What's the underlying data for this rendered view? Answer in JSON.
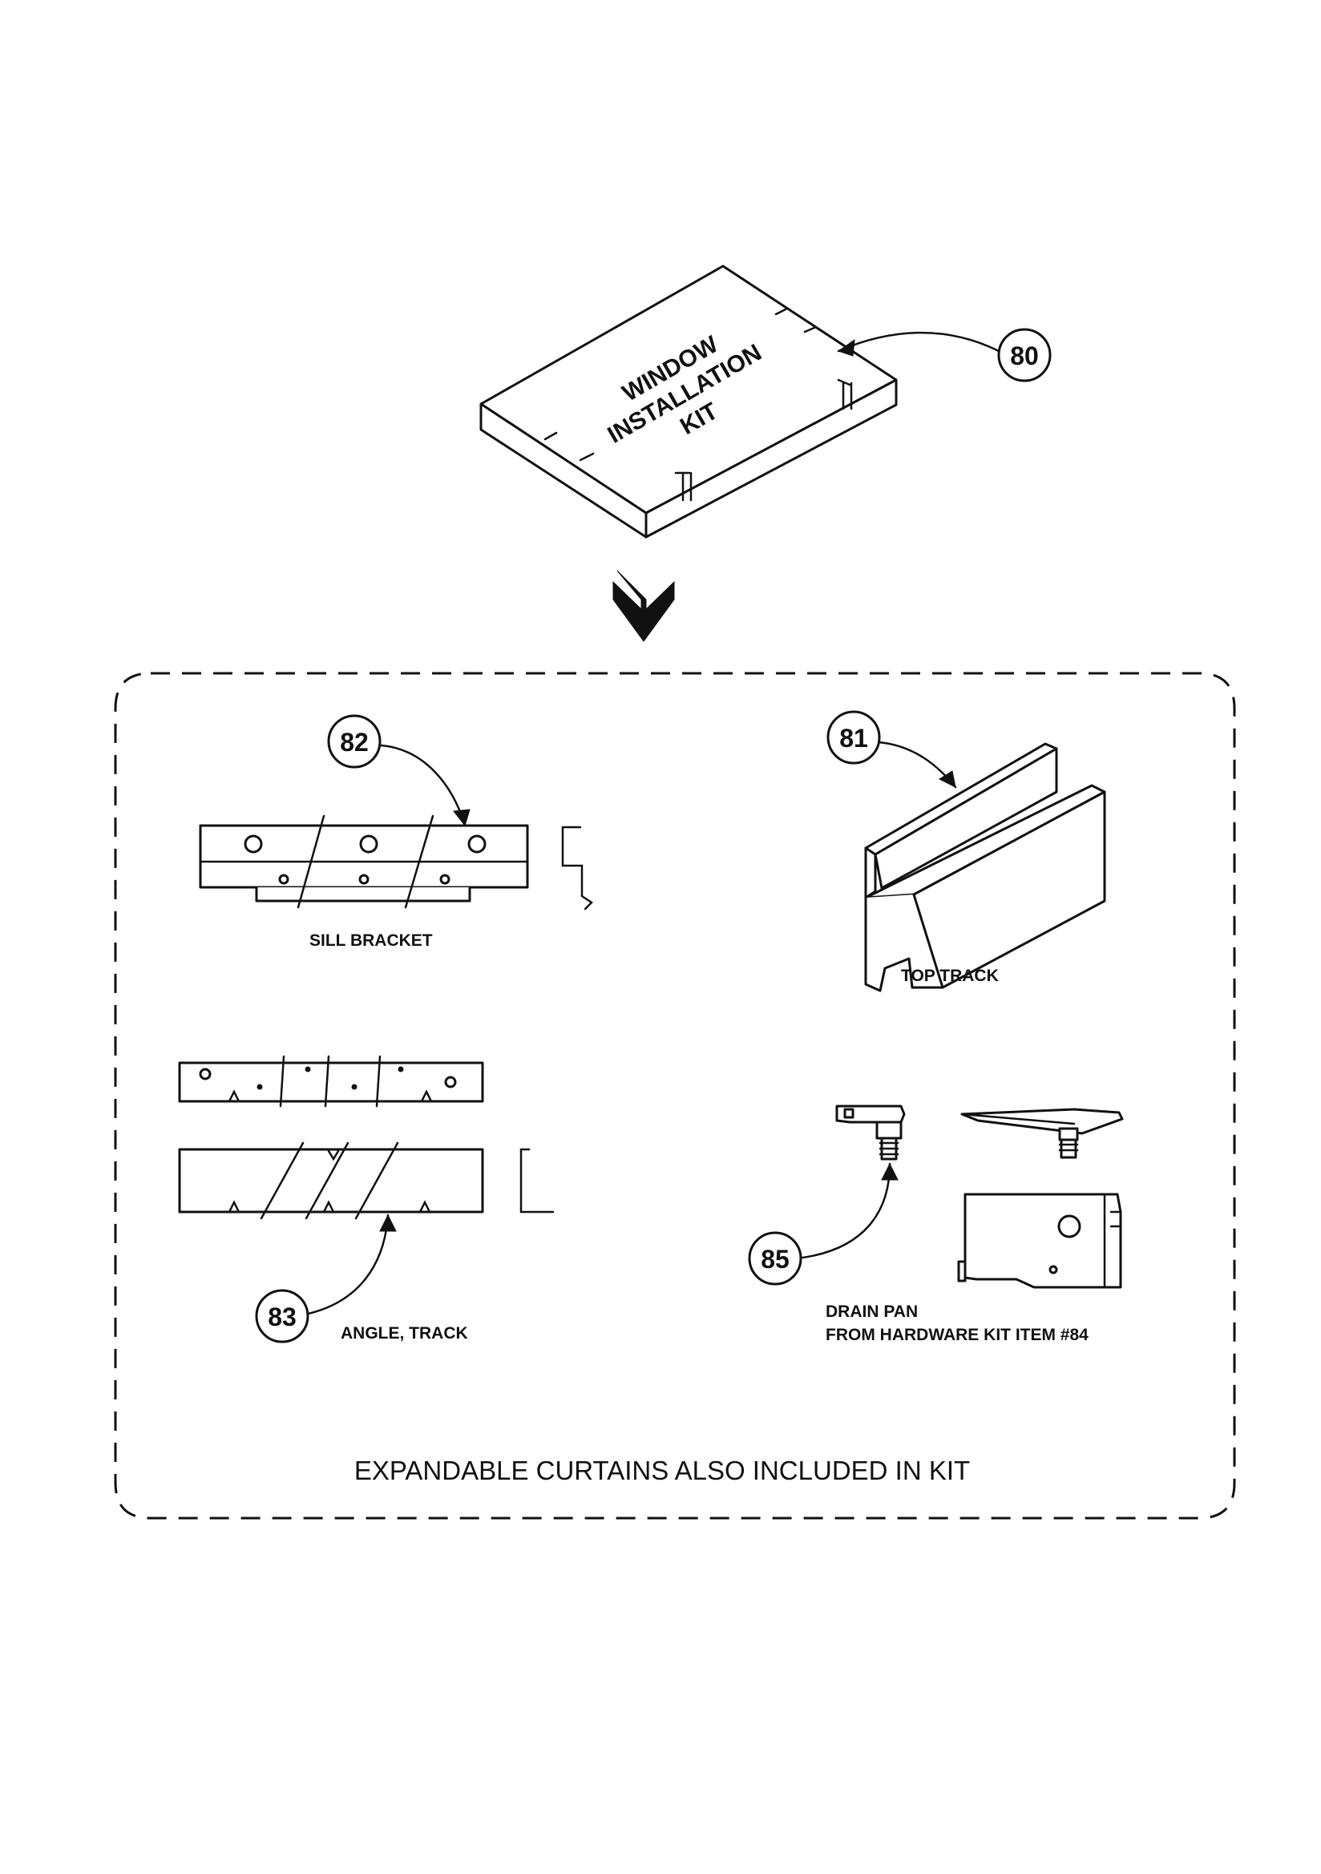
{
  "kit": {
    "box_text": [
      "WINDOW",
      "INSTALLATION",
      "KIT"
    ]
  },
  "callouts": {
    "kit": "80",
    "top_track": "81",
    "sill_bracket": "82",
    "angle_track": "83",
    "drain_pan": "85"
  },
  "labels": {
    "sill_bracket": "SILL BRACKET",
    "top_track": "TOP TRACK",
    "angle_track": "ANGLE, TRACK",
    "drain_pan": "DRAIN PAN",
    "drain_pan_source": "FROM HARDWARE KIT ITEM #84"
  },
  "footer": {
    "note": "EXPANDABLE CURTAINS ALSO INCLUDED IN KIT"
  }
}
